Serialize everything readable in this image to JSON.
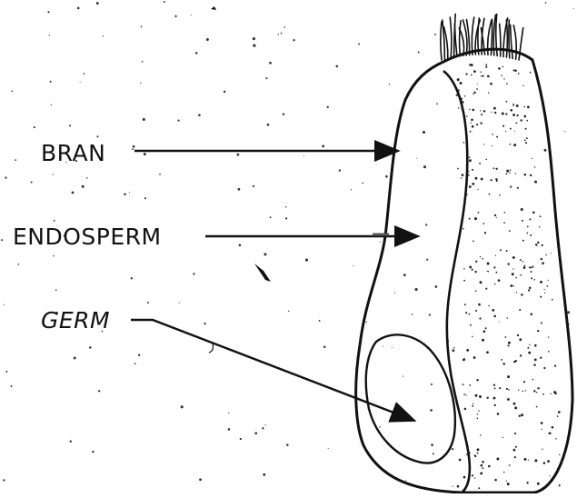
{
  "diagram": {
    "subject": "wheat kernel",
    "labels": {
      "bran": "BRAN",
      "endosperm": "ENDOSPERM",
      "germ": "GERM"
    },
    "colors": {
      "ink": "#111111",
      "paper": "#ffffff"
    }
  }
}
